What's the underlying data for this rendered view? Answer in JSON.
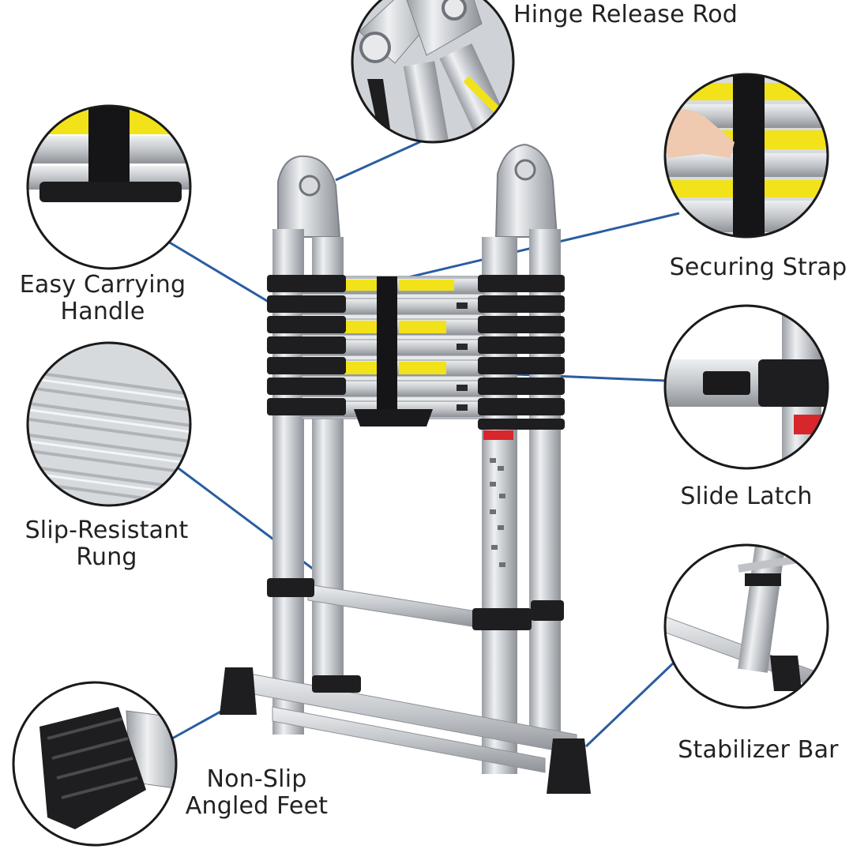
{
  "callouts": {
    "hinge": {
      "line1": "Hinge Release Rod"
    },
    "strap": {
      "line1": "Securing Strap"
    },
    "handle": {
      "line1": "Easy Carrying",
      "line2": "Handle"
    },
    "latch": {
      "line1": "Slide Latch"
    },
    "rung": {
      "line1": "Slip-Resistant",
      "line2": "Rung"
    },
    "stabilizer": {
      "line1": "Stabilizer Bar"
    },
    "feet": {
      "line1": "Non-Slip",
      "line2": "Angled Feet"
    }
  },
  "colors": {
    "background": "#ffffff",
    "leader_line": "#2a5d9f",
    "aluminum": "#c9ccd0",
    "aluminum_dark": "#8e9298",
    "rubber": "#1e1e20",
    "warning_label": "#f2e21a",
    "circle_border": "#1a1a1a",
    "text": "#222222"
  }
}
